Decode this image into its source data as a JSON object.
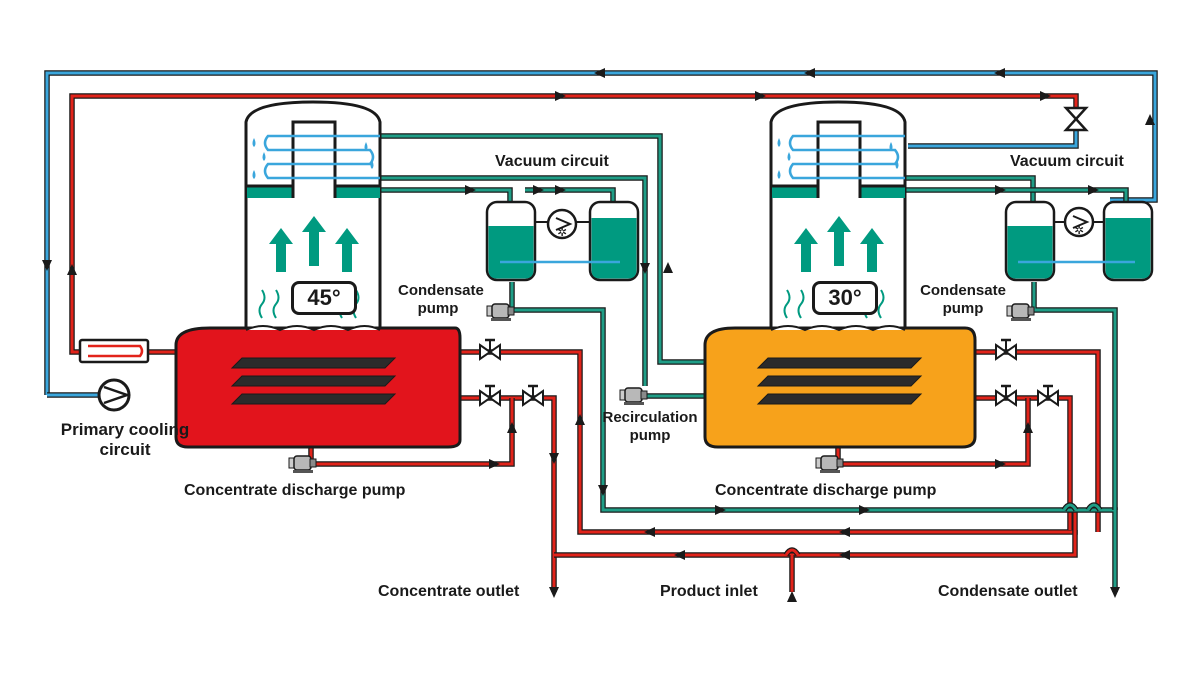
{
  "colors": {
    "cooling_line": "#3aa6dc",
    "heating_line": "#e2231a",
    "vacuum_line": "#1f9e87",
    "vessel_1": "#e2141c",
    "vessel_2": "#f7a21b",
    "liquid": "#009a80",
    "outline": "#1a1a1a"
  },
  "icons": [
    "arrow-head-icon",
    "valve-icon",
    "pump-icon",
    "cooling-fan-icon",
    "heat-exchanger-icon",
    "expansion-valve-icon"
  ],
  "stages": [
    {
      "temperature": "45°",
      "vacuum_label": "Vacuum circuit",
      "condensate_pump_label": "Condensate pump",
      "discharge_pump_label": "Concentrate discharge pump"
    },
    {
      "temperature": "30°",
      "vacuum_label": "Vacuum circuit",
      "condensate_pump_label": "Condensate pump",
      "discharge_pump_label": "Concentrate discharge pump"
    }
  ],
  "labels": {
    "primary_cooling": "Primary cooling circuit",
    "recirculation_pump": "Recirculation pump",
    "concentrate_outlet": "Concentrate outlet",
    "product_inlet": "Product inlet",
    "condensate_outlet": "Condensate outlet"
  }
}
